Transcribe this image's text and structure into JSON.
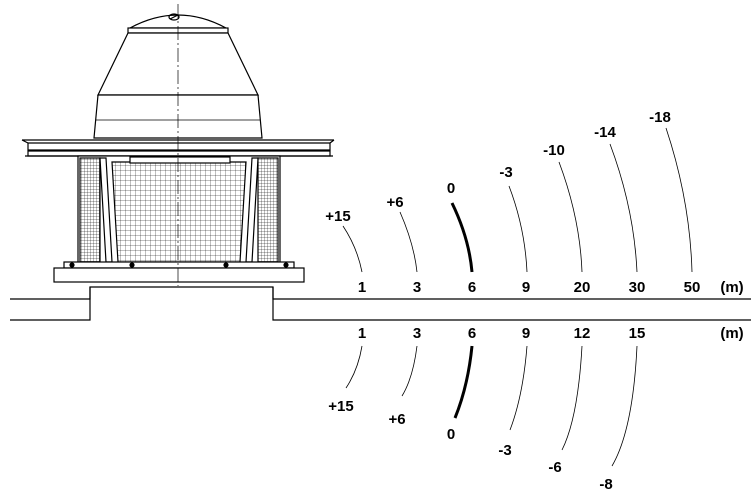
{
  "upper_scale": {
    "distances": [
      "1",
      "3",
      "6",
      "9",
      "20",
      "30",
      "50"
    ],
    "levels": [
      "+15",
      "+6",
      "0",
      "-3",
      "-10",
      "-14",
      "-18"
    ],
    "unit": "(m)"
  },
  "lower_scale": {
    "distances": [
      "1",
      "3",
      "6",
      "9",
      "12",
      "15"
    ],
    "levels": [
      "+15",
      "+6",
      "0",
      "-3",
      "-6",
      "-8"
    ],
    "unit": "(m)"
  },
  "colors": {
    "line": "#000000",
    "background": "#ffffff"
  }
}
